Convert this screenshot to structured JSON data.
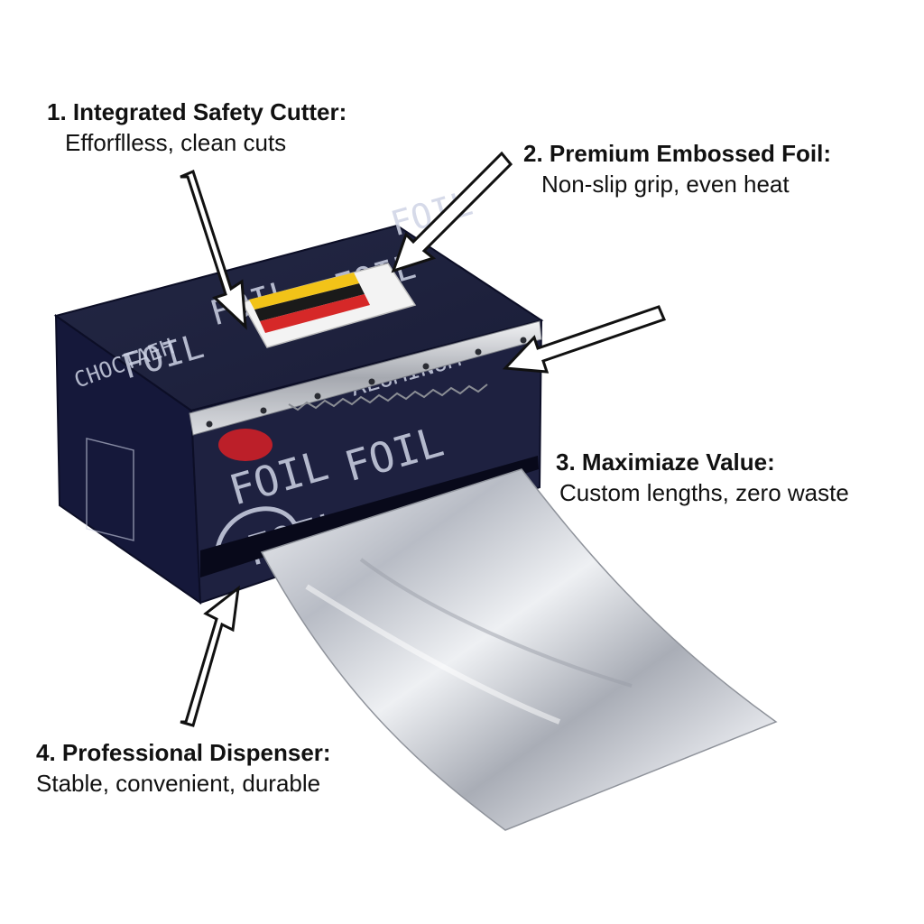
{
  "callouts": [
    {
      "title": "1. Integrated Safety Cutter:",
      "subtitle": "Efforflless, clean cuts"
    },
    {
      "title": "2. Premium Embossed Foil:",
      "subtitle": "Non-slip grip, even heat"
    },
    {
      "title": "3. Maximiaze Value:",
      "subtitle": "Custom lengths, zero waste"
    },
    {
      "title": "4. Professional Dispenser:",
      "subtitle": "Stable, convenient, durable"
    }
  ],
  "box": {
    "brand": "CHOCTAEH",
    "pattern_word": "FOIL",
    "front_word": "ALUMINUM"
  },
  "colors": {
    "box_navy": "#1c1f3d",
    "box_navy_dark": "#121430",
    "foil_light": "#e9eaee",
    "foil_mid": "#b9bcc4",
    "arrow_stroke": "#111111",
    "label_black": "#1a1a1a",
    "label_red": "#d62828",
    "label_yellow": "#f2c318"
  },
  "icons": [
    "arrow-icon",
    "fold-arrow-icon"
  ]
}
